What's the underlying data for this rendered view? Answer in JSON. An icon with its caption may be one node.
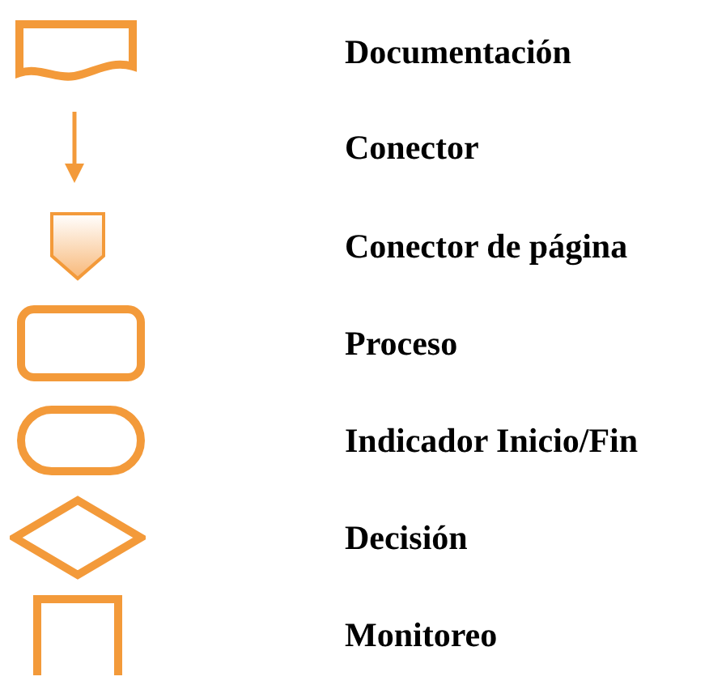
{
  "diagram": {
    "legend": [
      {
        "text": "Documentación"
      },
      {
        "text": "Conector"
      },
      {
        "text": "Conector de página"
      },
      {
        "text": "Proceso"
      },
      {
        "text": "Indicador Inicio/Fin"
      },
      {
        "text": "Decisión"
      },
      {
        "text": "Monitoreo"
      }
    ]
  }
}
